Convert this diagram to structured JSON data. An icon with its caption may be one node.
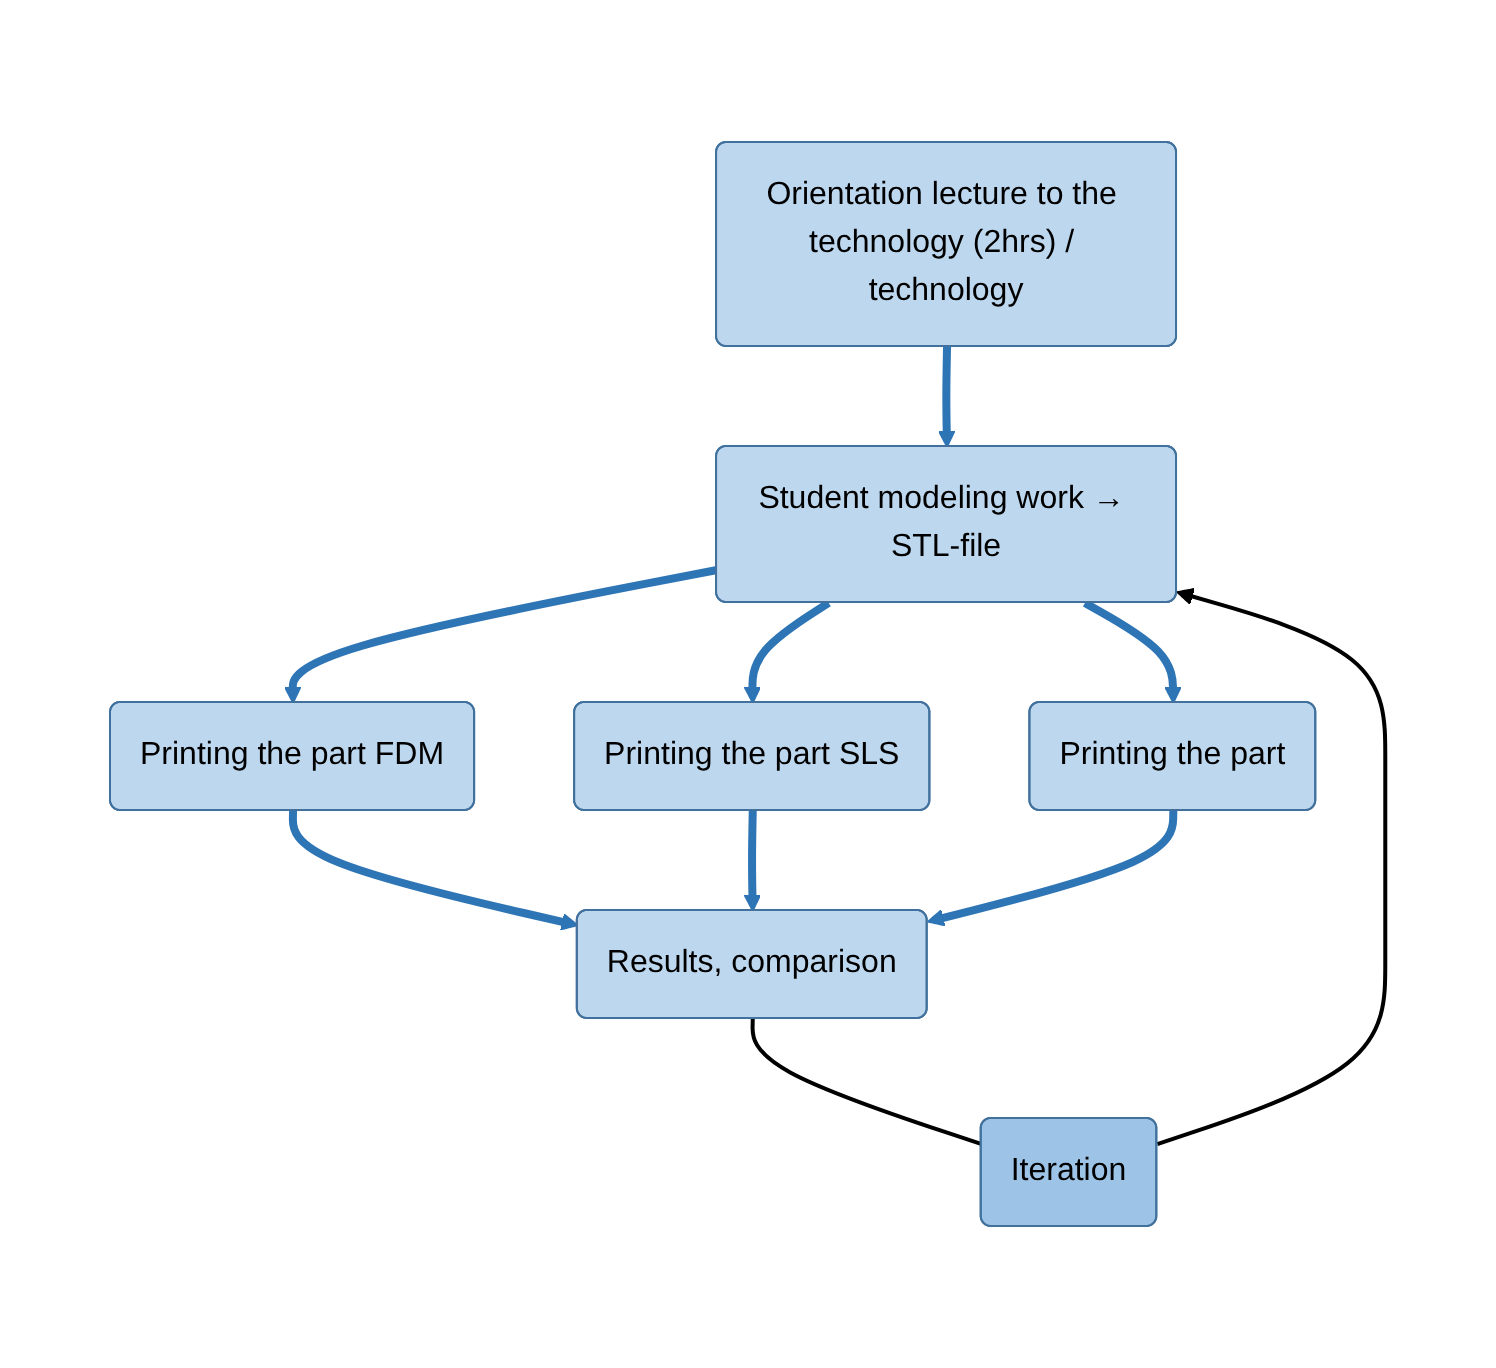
{
  "diagram": {
    "nodes": [
      {
        "text": [
          "Orientation lecture to the technology (2hrs) / technology"
        ]
      },
      {
        "text": [
          "Student modeling work → STL-file"
        ]
      },
      {
        "text": [
          "Printing the part FDM"
        ]
      },
      {
        "text": [
          "Printing the part SLS"
        ]
      },
      {
        "text": [
          "Printing the part"
        ]
      },
      {
        "text": [
          "Iteration"
        ]
      },
      {
        "text": [
          "Results, comparison"
        ]
      }
    ],
    "edges": [
      {
        "from": 0,
        "to": 1,
        "arrow": "to"
      },
      {
        "from": 1,
        "to": 2,
        "arrow": "to"
      },
      {
        "from": 1,
        "to": 3,
        "arrow": "to"
      },
      {
        "from": 1,
        "to": 4,
        "arrow": "to"
      },
      {
        "from": 2,
        "to": 6,
        "arrow": "to"
      },
      {
        "from": 3,
        "to": 6,
        "arrow": "to"
      },
      {
        "from": 4,
        "to": 6,
        "arrow": "to"
      },
      {
        "from": 6,
        "to": 5,
        "arrow": "none",
        "color": "#000000"
      },
      {
        "from": 5,
        "to": 1,
        "arrow": "to",
        "color": "#000000"
      }
    ]
  }
}
